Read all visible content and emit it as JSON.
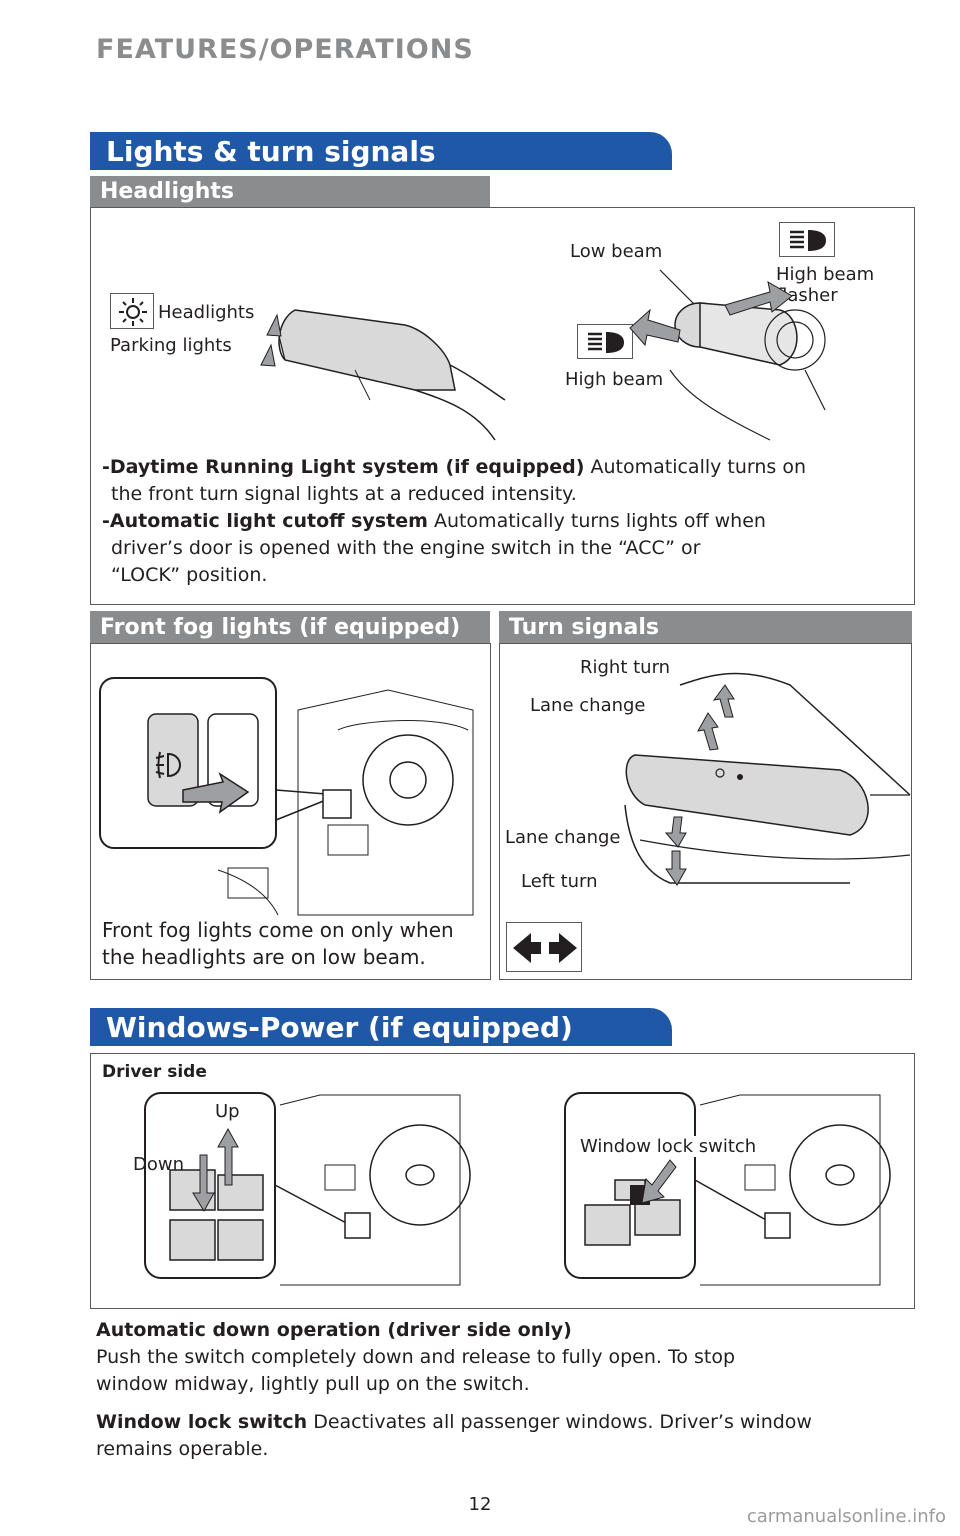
{
  "page": {
    "section": "FEATURES/OPERATIONS",
    "page_number": "12",
    "watermark": "carmanualsonline.info"
  },
  "lights": {
    "banner": "Lights & turn signals",
    "headlights_tab": "Headlights",
    "labels": {
      "headlights": "Headlights",
      "parking_lights": "Parking lights",
      "low_beam": "Low beam",
      "high_beam": "High beam",
      "high_beam_flasher_1": "High beam",
      "high_beam_flasher_2": "flasher"
    },
    "drl_title": "-Daytime Running Light system (if equipped)",
    "drl_text_1": " Automatically turns on",
    "drl_text_2": "the front turn signal lights at a reduced intensity.",
    "cutoff_title": "-Automatic light cutoff system",
    "cutoff_text_1": " Automatically turns lights off when",
    "cutoff_text_2": "driver’s door is opened with the engine switch in the “ACC” or",
    "cutoff_text_3": "“LOCK” position."
  },
  "fog": {
    "tab": "Front fog lights (if equipped)",
    "text_1": "Front fog lights come on only when",
    "text_2": "the headlights are on low beam."
  },
  "turn": {
    "tab": "Turn signals",
    "right_turn": "Right turn",
    "lane_change_up": "Lane change",
    "lane_change_down": "Lane change",
    "left_turn": "Left turn"
  },
  "windows": {
    "banner": "Windows-Power (if equipped)",
    "driver_side": "Driver side",
    "up": "Up",
    "down": "Down",
    "window_lock_switch": "Window lock switch",
    "auto_title": "Automatic down operation (driver side only)",
    "auto_text_1": "Push the switch completely down and release to fully open. To stop",
    "auto_text_2": "window midway, lightly pull up on the switch.",
    "lock_title": "Window lock switch",
    "lock_text_1": " Deactivates all passenger windows. Driver’s window",
    "lock_text_2": "remains operable."
  },
  "icons": {
    "headlight": "headlight-icon",
    "high_beam": "high-beam-icon",
    "fog": "fog-light-icon",
    "turn_indicator": "turn-indicator-icon"
  },
  "colors": {
    "banner_blue": "#2058a8",
    "tab_gray": "#8a8c8e",
    "arrow_gray": "#9d9fa2"
  }
}
